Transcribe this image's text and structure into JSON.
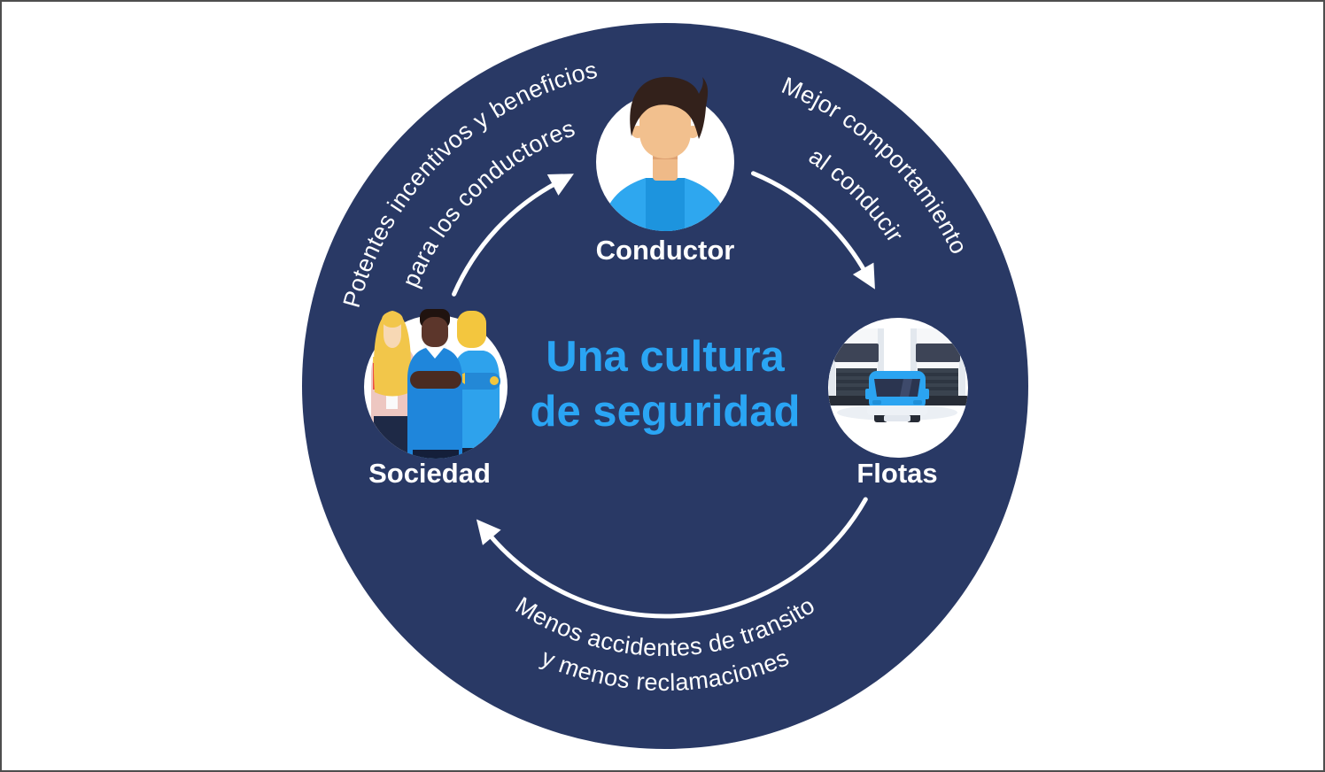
{
  "canvas": {
    "background": "#FFFFFF",
    "border_color": "#4E4E4E"
  },
  "diagram": {
    "circle_color": "#293965",
    "accent_color": "#2AA5F4",
    "text_color": "#FFFFFF",
    "center_title": {
      "line1": "Una cultura",
      "line2": "de seguridad"
    },
    "nodes": {
      "conductor": {
        "label": "Conductor"
      },
      "flotas": {
        "label": "Flotas"
      },
      "sociedad": {
        "label": "Sociedad"
      }
    },
    "edges": {
      "sociedad_to_conductor": {
        "line1": "Potentes incentivos y beneficios",
        "line2": "para los conductores"
      },
      "conductor_to_flotas": {
        "line1": "Mejor comportamiento",
        "line2": "al conducir"
      },
      "flotas_to_sociedad": {
        "line1": "Menos accidentes de transito",
        "line2": "y menos reclamaciones"
      }
    }
  }
}
